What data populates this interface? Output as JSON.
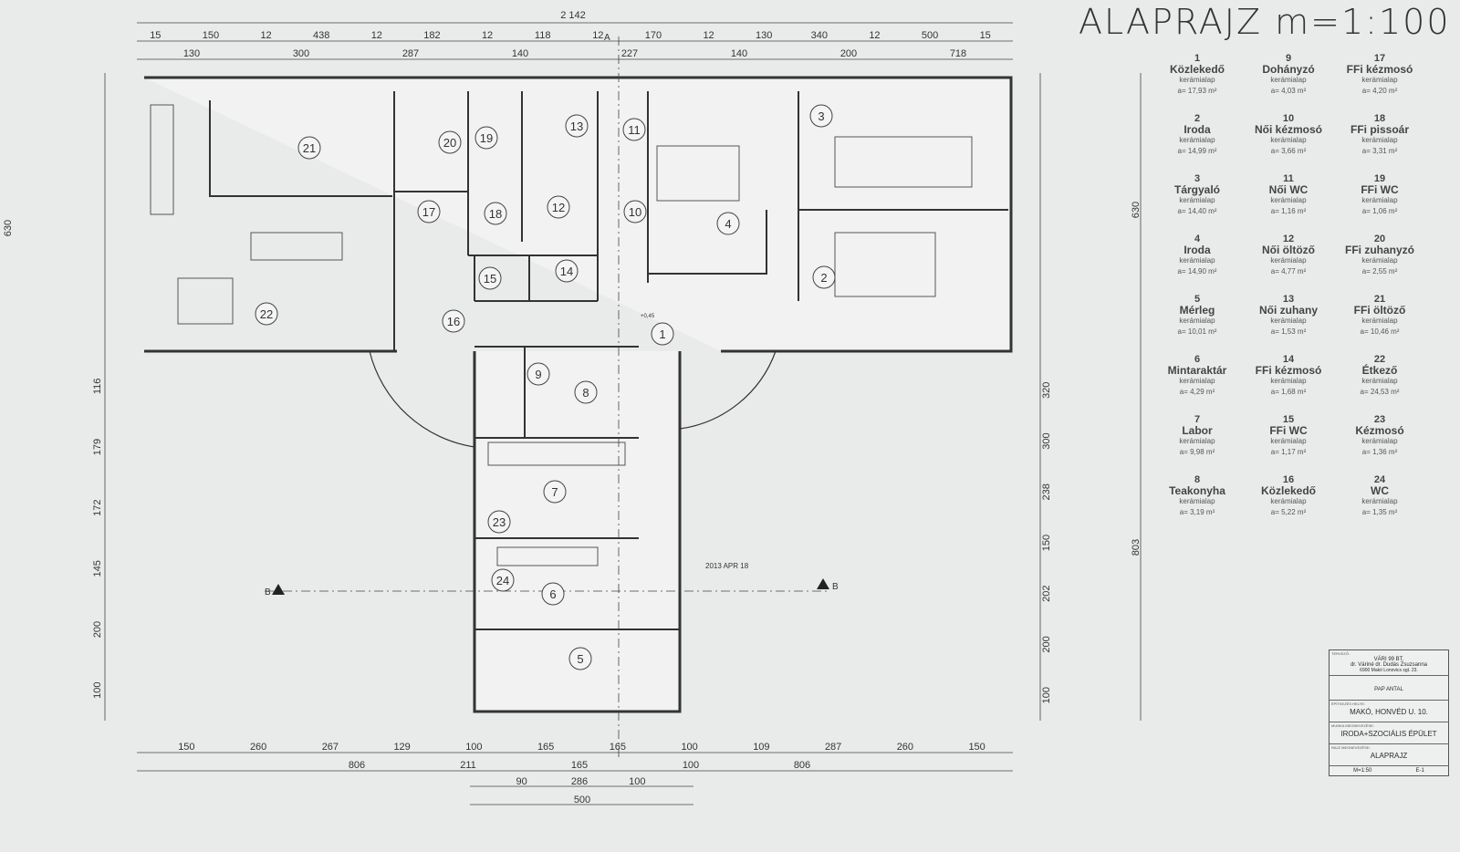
{
  "title": "ALAPRAJZ  m=1:100",
  "rooms": [
    {
      "no": "1",
      "name": "Közlekedő",
      "floor": "kerámialap",
      "area": "a= 17,93 m²"
    },
    {
      "no": "2",
      "name": "Iroda",
      "floor": "kerámialap",
      "area": "a= 14,99 m²"
    },
    {
      "no": "3",
      "name": "Tárgyaló",
      "floor": "kerámialap",
      "area": "a= 14,40 m²"
    },
    {
      "no": "4",
      "name": "Iroda",
      "floor": "kerámialap",
      "area": "a= 14,90 m²"
    },
    {
      "no": "5",
      "name": "Mérleg",
      "floor": "kerámialap",
      "area": "a= 10,01 m²"
    },
    {
      "no": "6",
      "name": "Mintaraktár",
      "floor": "kerámialap",
      "area": "a= 4,29 m²"
    },
    {
      "no": "7",
      "name": "Labor",
      "floor": "kerámialap",
      "area": "a= 9,98 m²"
    },
    {
      "no": "8",
      "name": "Teakonyha",
      "floor": "kerámialap",
      "area": "a= 3,19 m²"
    },
    {
      "no": "9",
      "name": "Dohányzó",
      "floor": "kerámialap",
      "area": "a= 4,03 m²"
    },
    {
      "no": "10",
      "name": "Női kézmosó",
      "floor": "kerámialap",
      "area": "a= 3,66 m²"
    },
    {
      "no": "11",
      "name": "Női WC",
      "floor": "kerámialap",
      "area": "a= 1,16 m²"
    },
    {
      "no": "12",
      "name": "Női öltöző",
      "floor": "kerámialap",
      "area": "a= 4,77 m²"
    },
    {
      "no": "13",
      "name": "Női zuhany",
      "floor": "kerámialap",
      "area": "a= 1,53 m²"
    },
    {
      "no": "14",
      "name": "FFi kézmosó",
      "floor": "kerámialap",
      "area": "a= 1,68 m²"
    },
    {
      "no": "15",
      "name": "FFi WC",
      "floor": "kerámialap",
      "area": "a= 1,17 m²"
    },
    {
      "no": "16",
      "name": "Közlekedő",
      "floor": "kerámialap",
      "area": "a= 5,22 m²"
    },
    {
      "no": "17",
      "name": "FFi kézmosó",
      "floor": "kerámialap",
      "area": "a= 4,20 m²"
    },
    {
      "no": "18",
      "name": "FFi pissoár",
      "floor": "kerámialap",
      "area": "a= 3,31 m²"
    },
    {
      "no": "19",
      "name": "FFi WC",
      "floor": "kerámialap",
      "area": "a= 1,06 m²"
    },
    {
      "no": "20",
      "name": "FFi zuhanyzó",
      "floor": "kerámialap",
      "area": "a= 2,55 m²"
    },
    {
      "no": "21",
      "name": "FFi öltöző",
      "floor": "kerámialap",
      "area": "a= 10,46 m²"
    },
    {
      "no": "22",
      "name": "Étkező",
      "floor": "kerámialap",
      "area": "a= 24,53 m²"
    },
    {
      "no": "23",
      "name": "Kézmosó",
      "floor": "kerámialap",
      "area": "a= 1,36 m²"
    },
    {
      "no": "24",
      "name": "WC",
      "floor": "kerámialap",
      "area": "a= 1,35 m²"
    }
  ],
  "dims": {
    "top_total": "2 142",
    "top_row2": [
      "15",
      "150",
      "12",
      "438",
      "12",
      "182",
      "12",
      "118",
      "12",
      "170",
      "12",
      "130",
      "340",
      "12",
      "500",
      "15"
    ],
    "top_row3": [
      "130",
      "300",
      "287",
      "140",
      "227",
      "140",
      "200",
      "718"
    ],
    "bottom_row1": [
      "150",
      "260",
      "267",
      "129",
      "100",
      "165",
      "165",
      "100",
      "109",
      "287",
      "260",
      "150"
    ],
    "bottom_row2": [
      "806",
      "211",
      "165",
      "100",
      "806"
    ],
    "bottom_row3": [
      "90",
      "286",
      "100"
    ],
    "bottom_total": "500",
    "left_total": "630",
    "left_lower": [
      "116",
      "179",
      "172",
      "145",
      "200",
      "100"
    ],
    "right_total": "803",
    "right_upper": "630",
    "right_lower": [
      "320",
      "300",
      "238",
      "150",
      "202",
      "200",
      "100"
    ]
  },
  "section_marks": {
    "a": "A",
    "b": "B",
    "level": "+0,45"
  },
  "stamp_date": "2013 APR 18",
  "title_block": {
    "designer_label": "TERVEZŐ:",
    "firm": "VÁRI 99 BT.",
    "designer": "dr. Váriné dr. Dudás Zsuzsanna",
    "address": "6900 Makó Lonovics sgt. 23.",
    "person": "PAP ANTAL",
    "site_label": "ÉPÍTKEZÉS HELYE:",
    "site": "MAKÓ, HONVÉD U. 10.",
    "work_label": "MUNKA MEGNEVEZÉSE:",
    "work": "IRODA+SZOCIÁLIS ÉPÜLET",
    "drawing_label": "RAJZ MEGNEVEZÉSE:",
    "drawing": "ALAPRAJZ",
    "scale": "M=1:50",
    "sheet": "E-1"
  }
}
